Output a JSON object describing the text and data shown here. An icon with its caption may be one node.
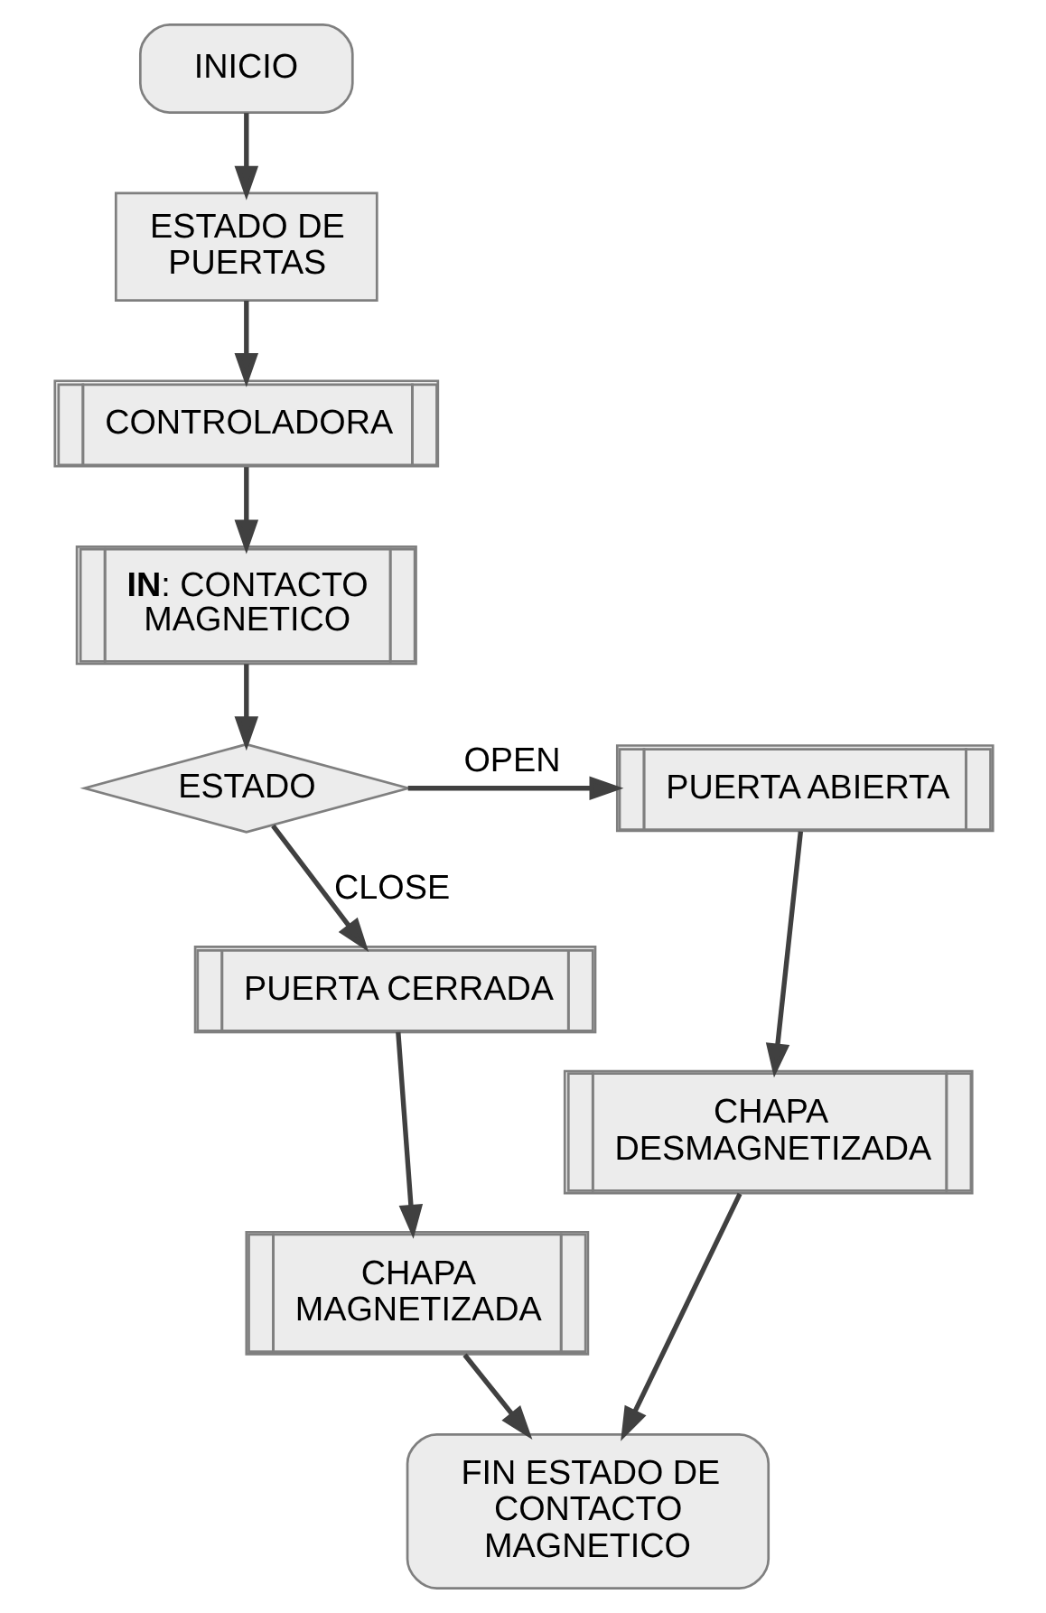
{
  "diagram": {
    "nodes": [
      {
        "text": [
          "INICIO"
        ]
      },
      {
        "text": [
          "ESTADO DE PUERTAS"
        ]
      },
      {
        "text": [
          "CONTROLADORA"
        ]
      },
      {
        "text": [
          "**IN**: CONTACTO MAGNETICO"
        ]
      },
      {
        "text": [
          "ESTADO"
        ]
      },
      {
        "text": [
          "PUERTA ABIERTA"
        ]
      },
      {
        "text": [
          "CHAPA DESMAGNETIZADA"
        ]
      },
      {
        "text": [
          "PUERTA CERRADA"
        ]
      },
      {
        "text": [
          "CHAPA MAGNETIZADA"
        ]
      },
      {
        "text": [
          "FIN ESTADO DE CONTACTO MAGNETICO"
        ]
      }
    ],
    "edges": [
      {
        "from": 0,
        "to": 1,
        "arrow": "to"
      },
      {
        "from": 1,
        "to": 2,
        "arrow": "to"
      },
      {
        "from": 2,
        "to": 3,
        "arrow": "to"
      },
      {
        "from": 3,
        "to": 4,
        "arrow": "to"
      },
      {
        "from": 4,
        "to": 5,
        "arrow": "to",
        "label": "OPEN"
      },
      {
        "from": 4,
        "to": 7,
        "arrow": "to",
        "label": "CLOSE"
      },
      {
        "from": 5,
        "to": 6,
        "arrow": "to"
      },
      {
        "from": 7,
        "to": 8,
        "arrow": "to"
      },
      {
        "from": 8,
        "to": 9,
        "arrow": "to"
      },
      {
        "from": 6,
        "to": 9,
        "arrow": "to"
      }
    ]
  }
}
